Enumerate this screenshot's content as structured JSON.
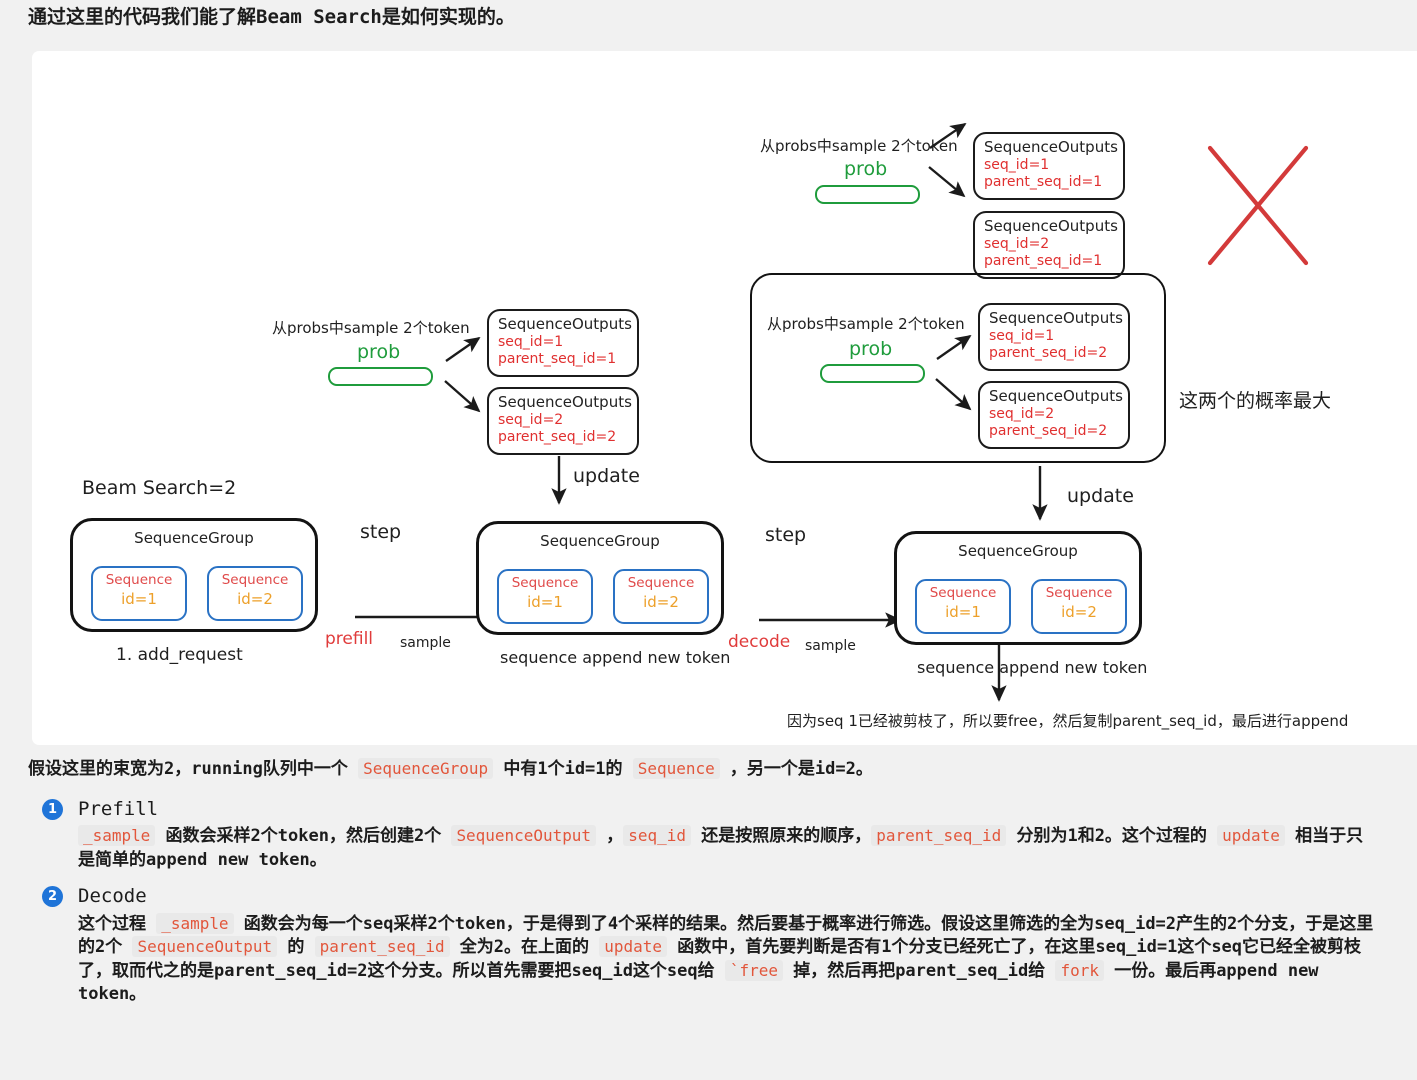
{
  "page": {
    "title": "通过这里的代码我们能了解Beam Search是如何实现的。",
    "background": "#f1f1f1",
    "accent_blue": "#1f74d8",
    "code_color": "#e2563b"
  },
  "diagram": {
    "top_group": {
      "sample_note": "从probs中sample 2个token",
      "prob_label": "prob",
      "outputs": [
        {
          "title": "SequenceOutputs",
          "seq_id": "seq_id=1",
          "parent_seq_id": "parent_seq_id=1"
        },
        {
          "title": "SequenceOutputs",
          "seq_id": "seq_id=2",
          "parent_seq_id": "parent_seq_id=1"
        }
      ],
      "crossed_out": true,
      "cross_color": "#d33a3a"
    },
    "mid_left_group": {
      "sample_note": "从probs中sample 2个token",
      "prob_label": "prob",
      "outputs": [
        {
          "title": "SequenceOutputs",
          "seq_id": "seq_id=1",
          "parent_seq_id": "parent_seq_id=1"
        },
        {
          "title": "SequenceOutputs",
          "seq_id": "seq_id=2",
          "parent_seq_id": "parent_seq_id=2"
        }
      ]
    },
    "mid_right_group": {
      "sample_note": "从probs中sample 2个token",
      "prob_label": "prob",
      "outputs": [
        {
          "title": "SequenceOutputs",
          "seq_id": "seq_id=1",
          "parent_seq_id": "parent_seq_id=2"
        },
        {
          "title": "SequenceOutputs",
          "seq_id": "seq_id=2",
          "parent_seq_id": "parent_seq_id=2"
        }
      ],
      "annotation": "这两个的概率最大"
    },
    "beam_label": "Beam Search=2",
    "groups": [
      {
        "title": "SequenceGroup",
        "sequences": [
          {
            "name": "Sequence",
            "id": "id=1"
          },
          {
            "name": "Sequence",
            "id": "id=2"
          }
        ],
        "caption": "1. add_request"
      },
      {
        "title": "SequenceGroup",
        "sequences": [
          {
            "name": "Sequence",
            "id": "id=1"
          },
          {
            "name": "Sequence",
            "id": "id=2"
          }
        ],
        "caption": "sequence append new token",
        "update_label": "update"
      },
      {
        "title": "SequenceGroup",
        "sequences": [
          {
            "name": "Sequence",
            "id": "id=1"
          },
          {
            "name": "Sequence",
            "id": "id=2"
          }
        ],
        "caption": "sequence append new token",
        "update_label": "update"
      }
    ],
    "transitions": [
      {
        "step": "step",
        "phase": "prefill",
        "sample": "sample"
      },
      {
        "step": "step",
        "phase": "decode",
        "sample": "sample"
      }
    ],
    "bottom_note": "因为seq 1已经被剪枝了，所以要free，然后复制parent_seq_id，最后进行append"
  },
  "prose": {
    "lead": {
      "p1": "假设这里的束宽为2，running队列中一个 ",
      "c1": "SequenceGroup",
      "p2": " 中有1个id=1的 ",
      "c2": "Sequence",
      "p3": " ，另一个是id=2。"
    },
    "steps": [
      {
        "badge": "1",
        "title": "Prefill",
        "body": {
          "c1": "_sample",
          "t1": " 函数会采样2个token，然后创建2个 ",
          "c2": "SequenceOutput",
          "t2": " ，",
          "c3": "seq_id",
          "t3": " 还是按照原来的顺序，",
          "c4": "parent_seq_id",
          "t4": " 分别为1和2。这个过程的 ",
          "c5": "update",
          "t5": " 相当于只是简单的append new token。"
        }
      },
      {
        "badge": "2",
        "title": "Decode",
        "body": {
          "t0": "这个过程 ",
          "c1": "_sample",
          "t1": " 函数会为每一个seq采样2个token，于是得到了4个采样的结果。然后要基于概率进行筛选。假设这里筛选的全为seq_id=2产生的2个分支，于是这里的2个 ",
          "c2": "SequenceOutput",
          "t2": " 的 ",
          "c3": "parent_seq_id",
          "t3": " 全为2。在上面的 ",
          "c4": "update",
          "t4": " 函数中，首先要判断是否有1个分支已经死亡了，在这里seq_id=1这个seq它已经全被剪枝了，取而代之的是parent_seq_id=2这个分支。所以首先需要把seq_id这个seq给 ",
          "c5": "`free",
          "t5": " 掉，然后再把parent_seq_id给 ",
          "c6": "fork",
          "t6": " 一份。最后再append new token。"
        }
      }
    ]
  }
}
